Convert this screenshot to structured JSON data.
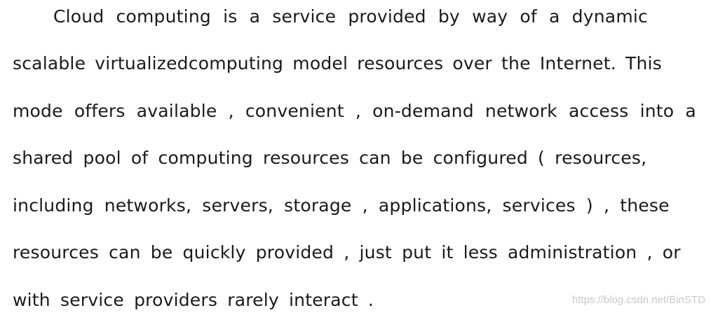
{
  "document": {
    "lines": [
      "Cloud computing is a service provided by way of a dynamic",
      "scalable virtualizedcomputing model resources over the Internet. This",
      "mode offers available , convenient , on-demand network access into a",
      "shared pool of computing resources can be configured ( resources,",
      "including networks, servers, storage , applications, services ) , these",
      "resources can be quickly provided , just put it less administration , or",
      "with service providers rarely interact ."
    ]
  },
  "watermark": {
    "text": "https://blog.csdn.net/BinSTD"
  }
}
